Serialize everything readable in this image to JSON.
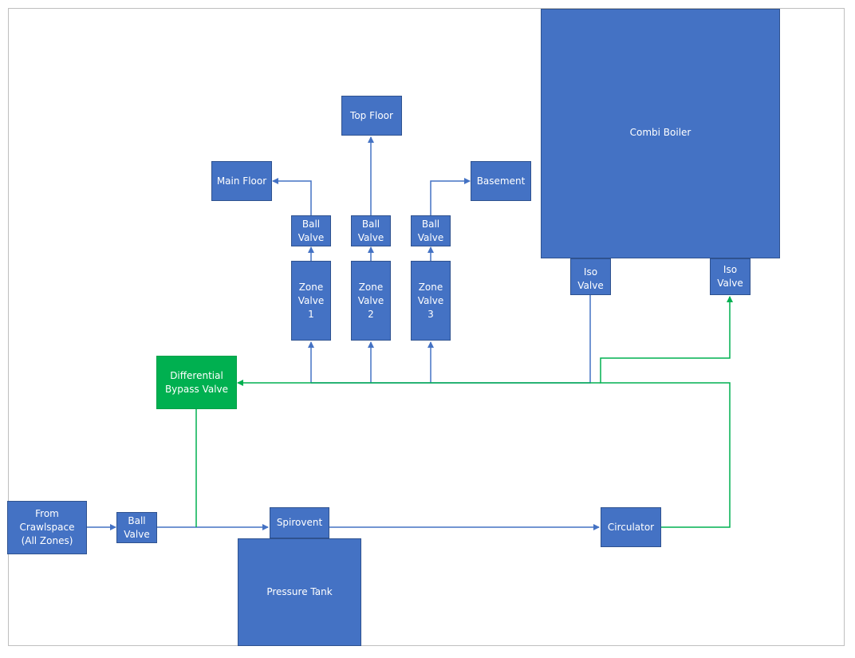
{
  "components": {
    "combi_boiler": "Combi Boiler",
    "top_floor": "Top Floor",
    "main_floor": "Main Floor",
    "basement": "Basement",
    "ball_valve_1": "Ball\nValve",
    "ball_valve_2": "Ball\nValve",
    "ball_valve_3": "Ball\nValve",
    "zone_valve_1": "Zone\nValve\n1",
    "zone_valve_2": "Zone\nValve\n2",
    "zone_valve_3": "Zone\nValve\n3",
    "iso_valve_supply": "Iso\nValve",
    "iso_valve_return": "Iso\nValve",
    "differential_bypass_valve": "Differential\nBypass Valve",
    "from_crawlspace": "From\nCrawlspace\n(All Zones)",
    "ball_valve_inlet": "Ball\nValve",
    "spirovent": "Spirovent",
    "pressure_tank": "Pressure Tank",
    "circulator": "Circulator"
  },
  "colors": {
    "box_fill": "#4472c4",
    "bypass_fill": "#00b050",
    "blue_line": "#4472c4",
    "green_line": "#00b050"
  }
}
